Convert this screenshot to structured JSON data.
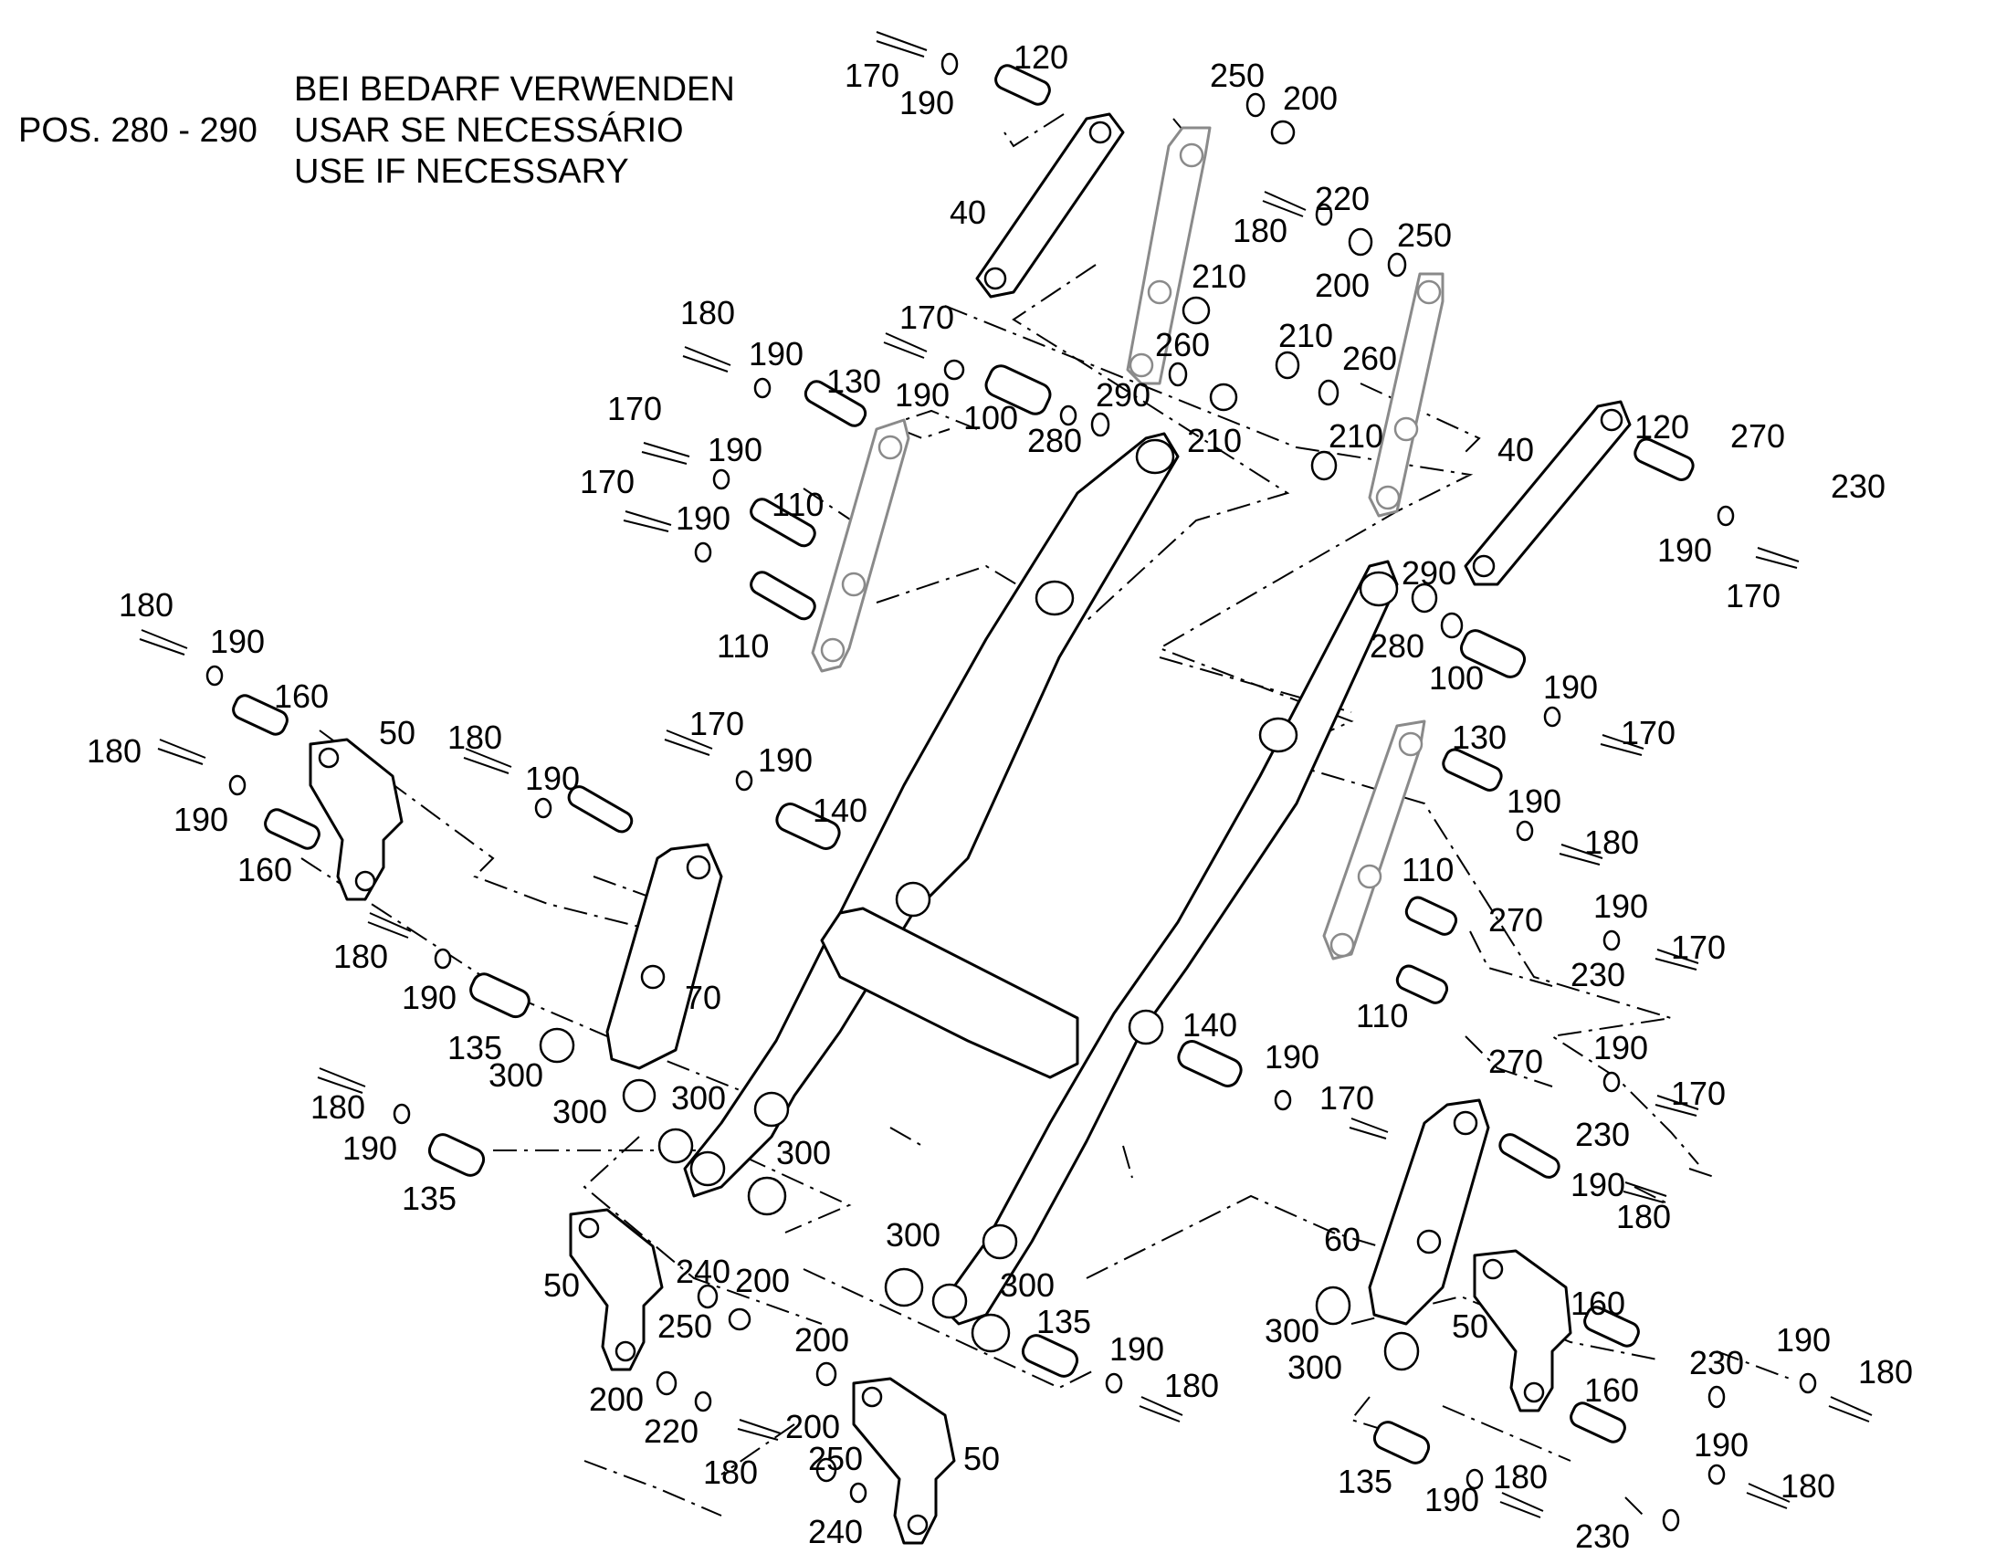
{
  "note": {
    "position_ref": "POS. 280 - 290",
    "lines": [
      "BEI BEDARF VERWENDEN",
      "USAR SE NECESSÁRIO",
      "USE IF NECESSARY"
    ]
  },
  "callouts": [
    "170",
    "190",
    "120",
    "250",
    "200",
    "40",
    "180",
    "220",
    "200",
    "250",
    "210",
    "260",
    "210",
    "210",
    "260",
    "290",
    "280",
    "210",
    "180",
    "170",
    "190",
    "130",
    "190",
    "100",
    "170",
    "190",
    "110",
    "170",
    "190",
    "110",
    "40",
    "120",
    "270",
    "230",
    "190",
    "170",
    "290",
    "280",
    "100",
    "190",
    "170",
    "130",
    "190",
    "180",
    "180",
    "190",
    "160",
    "180",
    "190",
    "160",
    "50",
    "180",
    "190",
    "170",
    "190",
    "140",
    "70",
    "180",
    "190",
    "135",
    "300",
    "300",
    "300",
    "300",
    "110",
    "270",
    "190",
    "170",
    "230",
    "110",
    "190",
    "170",
    "270",
    "230",
    "140",
    "190",
    "170",
    "180",
    "190",
    "135",
    "300",
    "300",
    "190",
    "180",
    "60",
    "300",
    "300",
    "50",
    "240",
    "200",
    "250",
    "50",
    "200",
    "220",
    "180",
    "135",
    "190",
    "180",
    "200",
    "200",
    "250",
    "240",
    "50",
    "160",
    "230",
    "190",
    "180",
    "160",
    "190",
    "180",
    "135",
    "190",
    "180",
    "230"
  ]
}
